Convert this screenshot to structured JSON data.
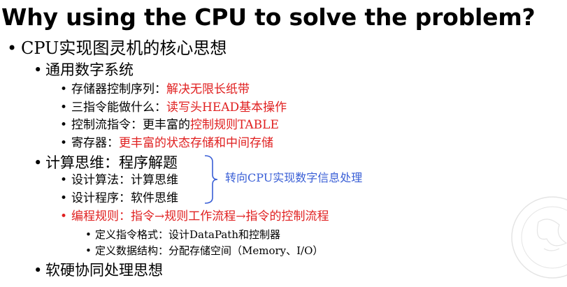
{
  "title": "Why using the CPU to solve the problem?",
  "colors": {
    "accent_red": "#e02020",
    "brace_blue": "#3a5fd6"
  },
  "bullet_glyph": "•",
  "items": {
    "cpu_turing": "CPU实现图灵机的核心思想",
    "digital_system": "通用数字系统",
    "storage_label": "存储器控制序列：",
    "storage_red": "解决无限长纸带",
    "three_instr_label": "三指令能做什么：",
    "three_instr_red": "读写头HEAD基本操作",
    "control_flow_label": "控制流指令：",
    "control_flow_mid": "更丰富的",
    "control_flow_red": "控制规则TABLE",
    "register_label": "寄存器：",
    "register_red": "更丰富的状态存储和中间存储",
    "computational_thinking": "计算思维：程序解题",
    "design_algorithm": "设计算法：计算思维",
    "design_program": "设计程序：软件思维",
    "programming_rules": "编程规则：指令→规则工作流程→指令的控制流程",
    "define_instr_format": "定义指令格式：设计DataPath和控制器",
    "define_data_struct": "定义数据结构：分配存储空间（Memory、I/O）",
    "hw_sw_coop": "软硬协同处理思想"
  },
  "brace_annotation": "转向CPU实现数字信息处理"
}
